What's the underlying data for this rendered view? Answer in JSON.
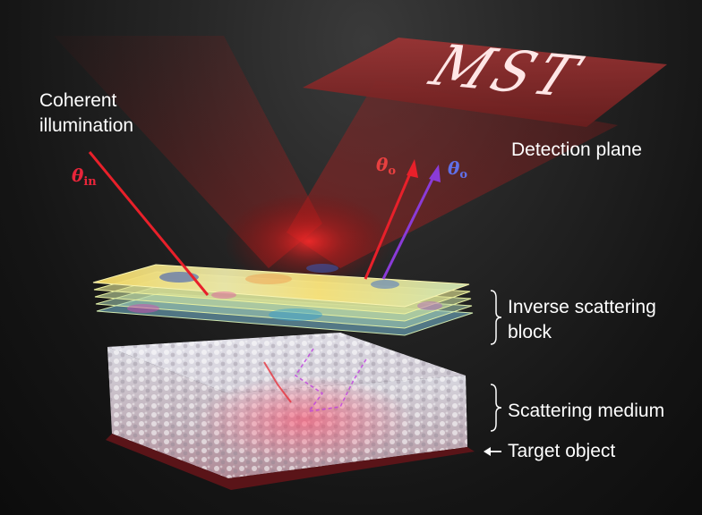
{
  "labels": {
    "illumination_line1": "Coherent",
    "illumination_line2": "illumination",
    "detection": "Detection plane",
    "mst": "MST",
    "inverse_line1": "Inverse scattering",
    "inverse_line2": "block",
    "scattering": "Scattering medium",
    "target": "Target object"
  },
  "symbols": {
    "theta": "θ",
    "in_sub": "in",
    "o_sub": "o"
  },
  "colors": {
    "beam_red": "#e8202a",
    "beam_purple": "#8a3bd8",
    "theta_in": "#e8253a",
    "theta_o_red": "#e84040",
    "theta_o_blue": "#6070e8"
  }
}
